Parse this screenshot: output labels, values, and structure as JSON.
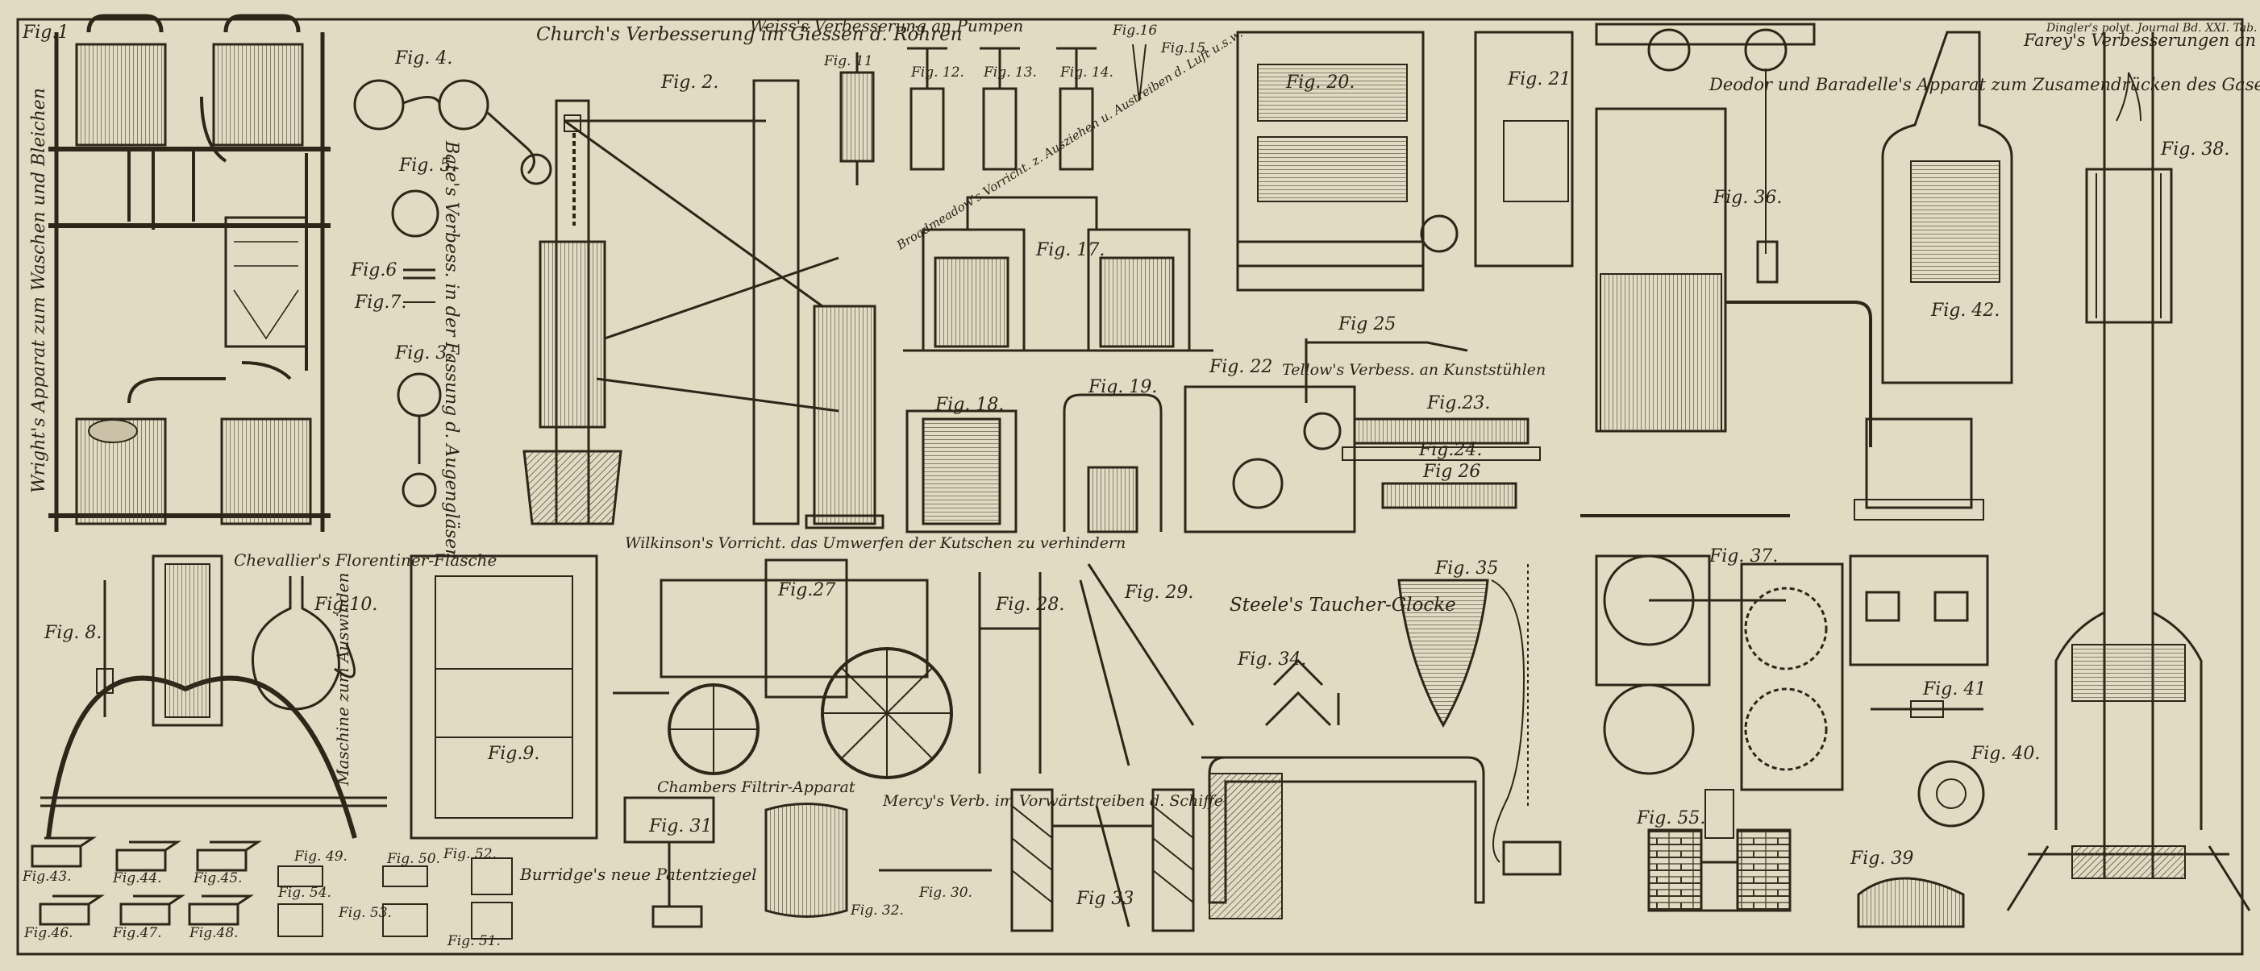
{
  "plate": {
    "header": "Dingler's polyt. Journal Bd. XXI. Tab. V.",
    "colors": {
      "paper": "#e2dbc3",
      "ink": "#2d2619",
      "shade": "#8f8672"
    }
  },
  "titles": {
    "wright": "Wright's Apparat zum Waschen und Bleichen",
    "church": "Church's Verbesserung im Giessen d. Röhren",
    "weiss": "Weiss's Verbesserung an Pumpen",
    "bate": "Bate's Verbess. in der Fassung d. Augengläser",
    "broadmeadow": "Broadmeadow's Vorricht. z. Ausziehen u. Austreiben d. Luft u.s.w.",
    "deodor": "Deodor und Baradelle's Apparat zum Zusamendrücken des Gases",
    "farey": "Farey's Verbesserungen an Lampen",
    "tellow": "Tellow's Verbess. an Kunststühlen",
    "chevallier": "Chevallier's Florentiner-Flasche",
    "maschine": "Maschine zum Auswinden",
    "wilkinson": "Wilkinson's Vorricht. das Umwerfen der Kutschen zu verhindern",
    "steele": "Steele's Taucher-Glocke",
    "chambers": "Chambers Filtrir-Apparat",
    "mercy": "Mercy's Verb. im Vorwärtstreiben d. Schiffe",
    "burridge": "Burridge's neue Patentziegel"
  },
  "figs": {
    "f1": "Fig.1",
    "f2": "Fig. 2.",
    "f3": "Fig. 3.",
    "f4": "Fig. 4.",
    "f5": "Fig. 5.",
    "f6": "Fig.6",
    "f7": "Fig.7.",
    "f8": "Fig. 8.",
    "f9": "Fig.9.",
    "f10": "Fig.10.",
    "f11": "Fig. 11",
    "f12": "Fig. 12.",
    "f13": "Fig. 13.",
    "f14": "Fig. 14.",
    "f15": "Fig.15.",
    "f16": "Fig.16",
    "f17": "Fig. 17.",
    "f18": "Fig. 18.",
    "f19": "Fig. 19.",
    "f20": "Fig. 20.",
    "f21": "Fig. 21",
    "f22": "Fig. 22",
    "f23": "Fig.23.",
    "f24": "Fig.24.",
    "f25": "Fig 25",
    "f26": "Fig 26",
    "f27": "Fig.27",
    "f28": "Fig. 28.",
    "f29": "Fig. 29.",
    "f30": "Fig. 30.",
    "f31": "Fig. 31",
    "f32": "Fig. 32.",
    "f33": "Fig 33",
    "f34": "Fig. 34.",
    "f35": "Fig. 35",
    "f36": "Fig. 36.",
    "f37": "Fig. 37.",
    "f38": "Fig. 38.",
    "f39": "Fig. 39",
    "f40": "Fig. 40.",
    "f41": "Fig. 41",
    "f42": "Fig. 42.",
    "f43": "Fig.43.",
    "f44": "Fig.44.",
    "f45": "Fig.45.",
    "f46": "Fig.46.",
    "f47": "Fig.47.",
    "f48": "Fig.48.",
    "f49": "Fig. 49.",
    "f50": "Fig. 50.",
    "f51": "Fig. 51.",
    "f52": "Fig. 52.",
    "f53": "Fig. 53.",
    "f54": "Fig. 54.",
    "f55": "Fig. 55."
  }
}
